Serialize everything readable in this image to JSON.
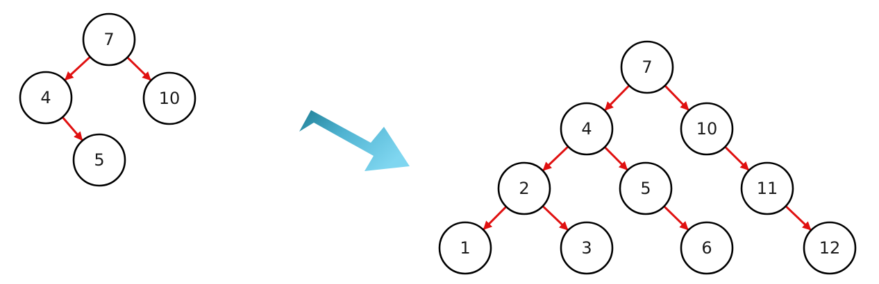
{
  "colors": {
    "edge": "#e01010",
    "node_stroke": "#000000",
    "node_fill": "#ffffff",
    "arrow_dark": "#1f7f96",
    "arrow_light": "#7fd6f0"
  },
  "icons": {
    "transition_arrow": "right-down-arrow-icon"
  },
  "trees": {
    "before": {
      "nodes": [
        {
          "id": "b7",
          "label": "7"
        },
        {
          "id": "b4",
          "label": "4"
        },
        {
          "id": "b10",
          "label": "10"
        },
        {
          "id": "b5",
          "label": "5"
        }
      ],
      "edges": [
        {
          "from": "b7",
          "to": "b4"
        },
        {
          "from": "b7",
          "to": "b10"
        },
        {
          "from": "b4",
          "to": "b5"
        }
      ]
    },
    "after": {
      "nodes": [
        {
          "id": "a7",
          "label": "7"
        },
        {
          "id": "a4",
          "label": "4"
        },
        {
          "id": "a10",
          "label": "10"
        },
        {
          "id": "a2",
          "label": "2"
        },
        {
          "id": "a5",
          "label": "5"
        },
        {
          "id": "a11",
          "label": "11"
        },
        {
          "id": "a1",
          "label": "1"
        },
        {
          "id": "a3",
          "label": "3"
        },
        {
          "id": "a6",
          "label": "6"
        },
        {
          "id": "a12",
          "label": "12"
        }
      ],
      "edges": [
        {
          "from": "a7",
          "to": "a4"
        },
        {
          "from": "a7",
          "to": "a10"
        },
        {
          "from": "a4",
          "to": "a2"
        },
        {
          "from": "a4",
          "to": "a5"
        },
        {
          "from": "a10",
          "to": "a11"
        },
        {
          "from": "a2",
          "to": "a1"
        },
        {
          "from": "a2",
          "to": "a3"
        },
        {
          "from": "a5",
          "to": "a6"
        },
        {
          "from": "a11",
          "to": "a12"
        }
      ]
    }
  }
}
